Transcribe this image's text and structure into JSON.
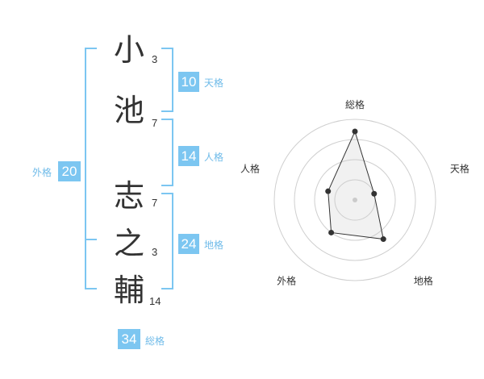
{
  "name": {
    "characters": [
      {
        "char": "小",
        "strokes": "3"
      },
      {
        "char": "池",
        "strokes": "7"
      },
      {
        "char": "志",
        "strokes": "7"
      },
      {
        "char": "之",
        "strokes": "3"
      },
      {
        "char": "輔",
        "strokes": "14"
      }
    ]
  },
  "kakusu": {
    "tenkaku": {
      "label": "天格",
      "value": "10"
    },
    "jinkaku": {
      "label": "人格",
      "value": "14"
    },
    "chikaku": {
      "label": "地格",
      "value": "24"
    },
    "gaikaku": {
      "label": "外格",
      "value": "20"
    },
    "soukaku": {
      "label": "総格",
      "value": "34"
    }
  },
  "colors": {
    "accent": "#7cc6f1",
    "accent_text": "#6fbbe9"
  },
  "chart_data": {
    "type": "radar",
    "axes": [
      "総格",
      "天格",
      "地格",
      "外格",
      "人格"
    ],
    "values": [
      34,
      10,
      24,
      20,
      14
    ],
    "radial_ticks": 4,
    "grid": true
  }
}
